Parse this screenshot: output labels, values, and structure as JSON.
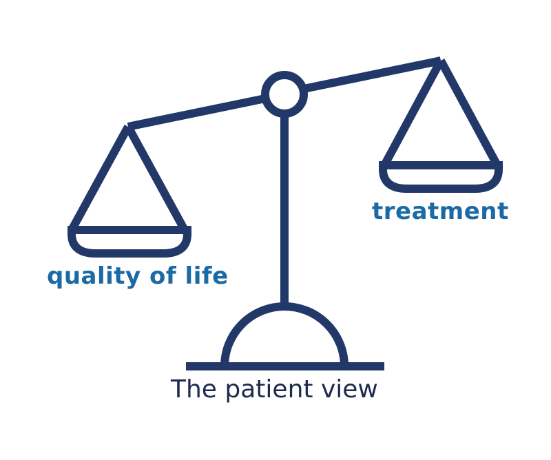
{
  "colors": {
    "stroke": "#213868",
    "label": "#1b6aa5",
    "caption": "#1d2a4e",
    "background": "#ffffff"
  },
  "labels": {
    "left_pan": "quality of life",
    "right_pan": "treatment",
    "caption": "The patient view"
  }
}
